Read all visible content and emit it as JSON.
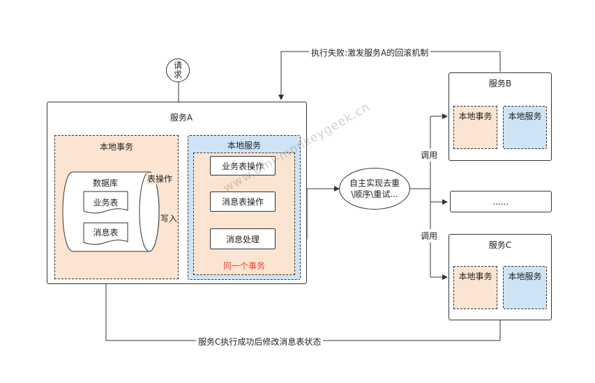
{
  "request": {
    "label_line1": "请",
    "label_line2": "求"
  },
  "rollback_label": "执行失败:激发服务A的回滚机制",
  "serviceA": {
    "title": "服务A",
    "local_tx": {
      "title": "本地事务"
    },
    "database": {
      "title": "数据库",
      "business_table": "业务表",
      "message_table": "消息表"
    },
    "table_op_label": "表操作",
    "write_label": "写入",
    "local_service": {
      "title": "本地服务",
      "business_op": "业务表操作",
      "message_op": "消息表操作",
      "message_handle": "消息处理",
      "same_tx_label": "同一个事务"
    }
  },
  "dedupe": {
    "line1": "自主实现去重",
    "line2": "\\顺序\\重试..."
  },
  "call_label_top": "调用",
  "call_label_bottom": "调用",
  "serviceB": {
    "title": "服务B",
    "local_tx": "本地事务",
    "local_service": "本地服务"
  },
  "ellipsis_box": "......",
  "serviceC": {
    "title": "服务C",
    "local_tx": "本地事务",
    "local_service": "本地服务"
  },
  "bottom_label": "服务C执行成功后修改消息表状态",
  "watermark": "www.uml-monkeygeek.cn",
  "colors": {
    "orange_fill": "#fbe4d1",
    "blue_fill": "#cfe3f7",
    "red_text": "#e8473b"
  }
}
